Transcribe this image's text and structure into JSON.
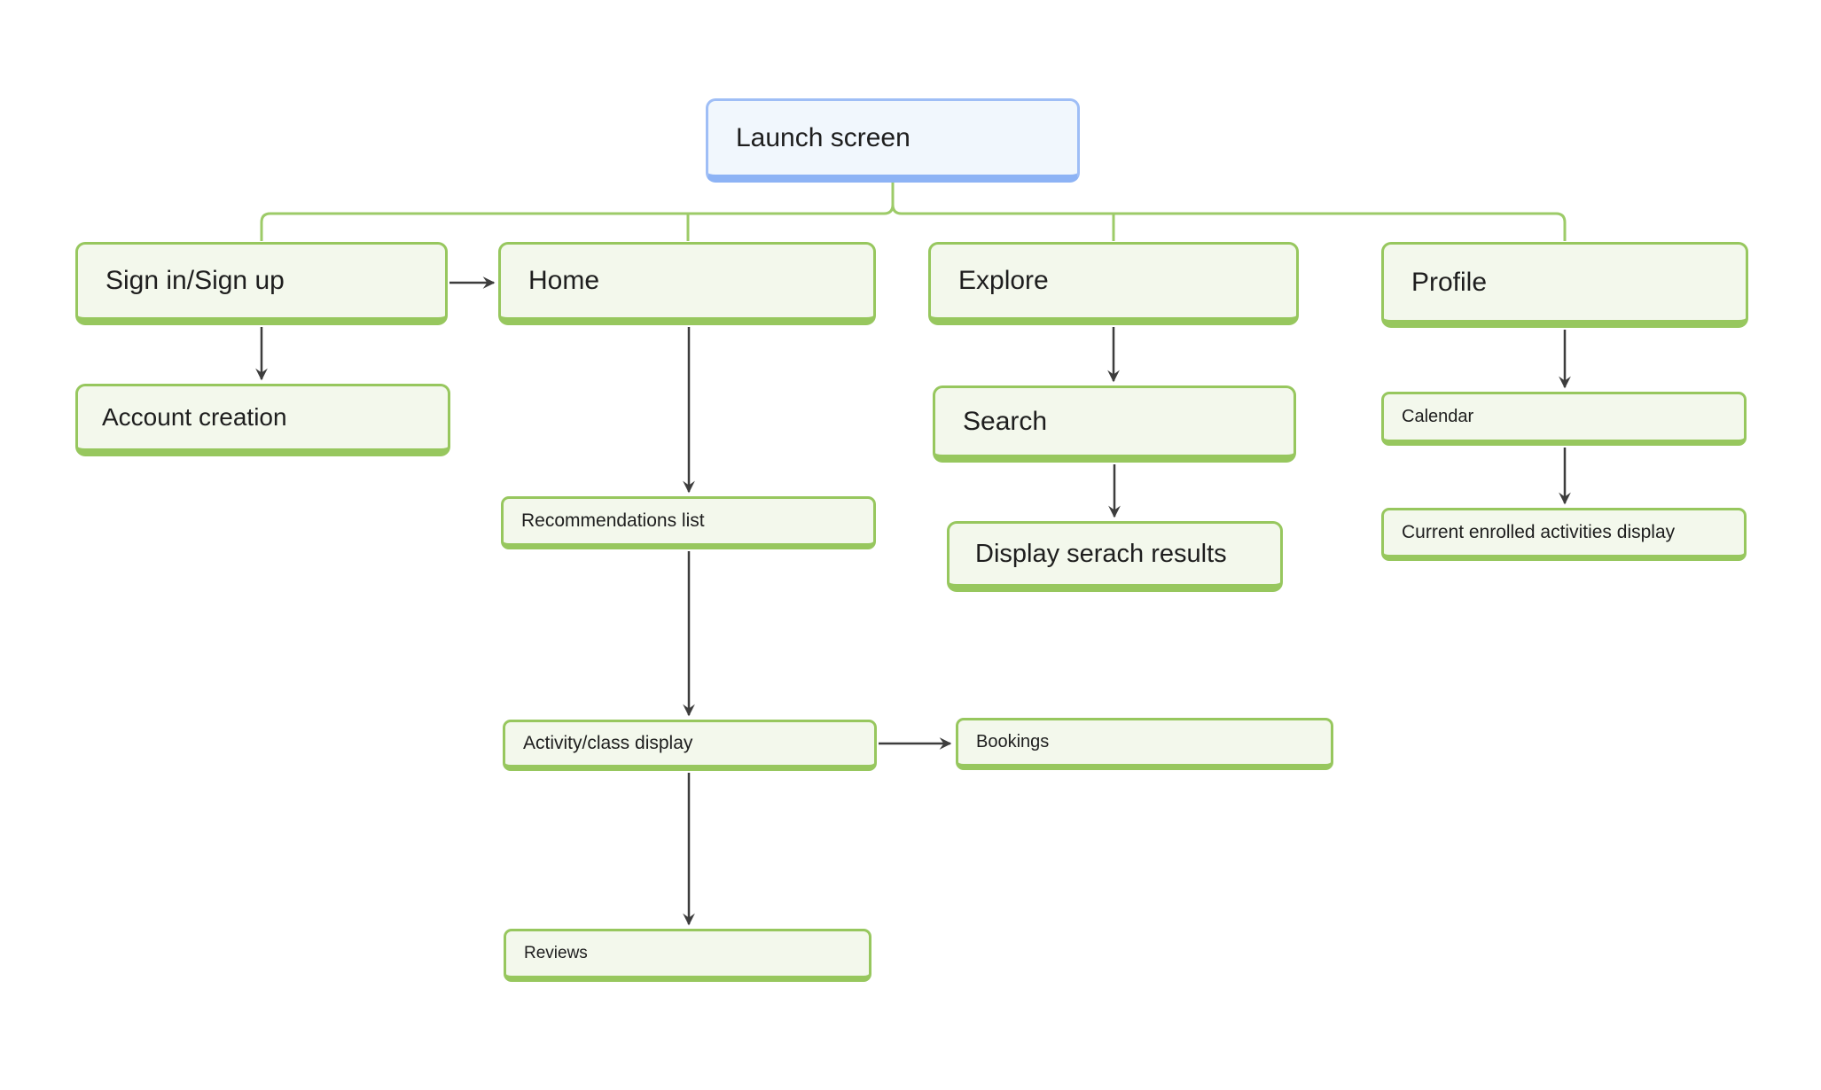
{
  "diagram": {
    "type": "flowchart",
    "nodes": {
      "launch_screen": {
        "label": "Launch screen",
        "variant": "blue"
      },
      "sign_in_sign_up": {
        "label": "Sign in/Sign up",
        "variant": "green"
      },
      "home": {
        "label": "Home",
        "variant": "green"
      },
      "explore": {
        "label": "Explore",
        "variant": "green"
      },
      "profile": {
        "label": "Profile",
        "variant": "green"
      },
      "account_creation": {
        "label": "Account creation",
        "variant": "green"
      },
      "recommendations": {
        "label": "Recommendations list",
        "variant": "green"
      },
      "search": {
        "label": "Search",
        "variant": "green"
      },
      "display_search": {
        "label": "Display serach results",
        "variant": "green"
      },
      "calendar": {
        "label": "Calendar",
        "variant": "green"
      },
      "current_enrolled": {
        "label": "Current enrolled activities display",
        "variant": "green"
      },
      "activity_display": {
        "label": "Activity/class display",
        "variant": "green"
      },
      "bookings": {
        "label": "Bookings",
        "variant": "green"
      },
      "reviews": {
        "label": "Reviews",
        "variant": "green"
      }
    },
    "edges": [
      {
        "from": "Launch screen",
        "to": "Sign in/Sign up",
        "style": "green-tree"
      },
      {
        "from": "Launch screen",
        "to": "Home",
        "style": "green-tree"
      },
      {
        "from": "Launch screen",
        "to": "Explore",
        "style": "green-tree"
      },
      {
        "from": "Launch screen",
        "to": "Profile",
        "style": "green-tree"
      },
      {
        "from": "Sign in/Sign up",
        "to": "Account creation",
        "style": "arrow"
      },
      {
        "from": "Sign in/Sign up",
        "to": "Home",
        "style": "arrow"
      },
      {
        "from": "Home",
        "to": "Recommendations list",
        "style": "arrow"
      },
      {
        "from": "Explore",
        "to": "Search",
        "style": "arrow"
      },
      {
        "from": "Search",
        "to": "Display serach results",
        "style": "arrow"
      },
      {
        "from": "Profile",
        "to": "Calendar",
        "style": "arrow"
      },
      {
        "from": "Calendar",
        "to": "Current enrolled activities display",
        "style": "arrow"
      },
      {
        "from": "Recommendations list",
        "to": "Activity/class display",
        "style": "arrow"
      },
      {
        "from": "Activity/class display",
        "to": "Bookings",
        "style": "arrow"
      },
      {
        "from": "Activity/class display",
        "to": "Reviews",
        "style": "arrow"
      }
    ],
    "colors": {
      "green_border": "#97c75e",
      "green_fill": "#f3f8ec",
      "green_connector": "#9dcb68",
      "blue_border": "#9fbef6",
      "blue_border_bottom": "#8db3f5",
      "blue_fill": "#f1f7fd",
      "arrow": "#3d3d3d",
      "text": "#1e1e1e",
      "background": "#ffffff"
    }
  }
}
